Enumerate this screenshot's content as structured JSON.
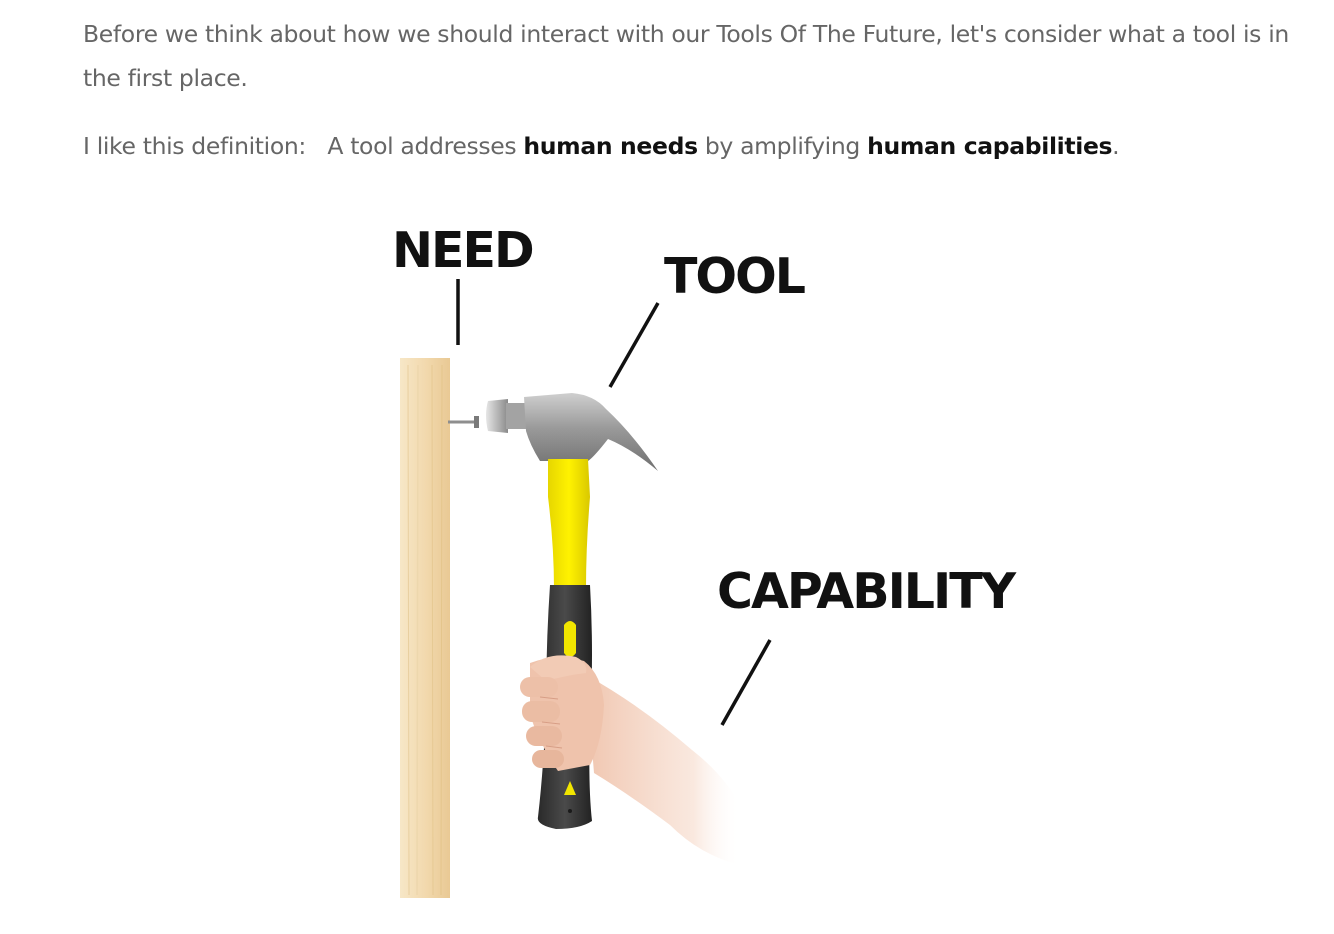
{
  "article": {
    "paragraph1": "Before we think about how we should interact with our Tools Of The Future, let's consider what a tool is in the first place.",
    "paragraph2": {
      "lead": "I like this definition:   A tool addresses ",
      "term1": "human needs",
      "middle": " by amplifying ",
      "term2": "human capabilities",
      "end": "."
    }
  },
  "figure": {
    "label_need": "NEED",
    "label_tool": "TOOL",
    "label_capability": "CAPABILITY",
    "icons": [
      "wood-plank-icon",
      "nail-icon",
      "hammer-icon",
      "hand-icon"
    ],
    "colors": {
      "text": "#666666",
      "emphasis": "#111111",
      "hammer_handle": "#f2e600",
      "hammer_grip": "#3a3a3a",
      "hammer_head": "#a9a9a9",
      "wood": "#f3dcb6",
      "skin": "#f0c7b1"
    }
  }
}
